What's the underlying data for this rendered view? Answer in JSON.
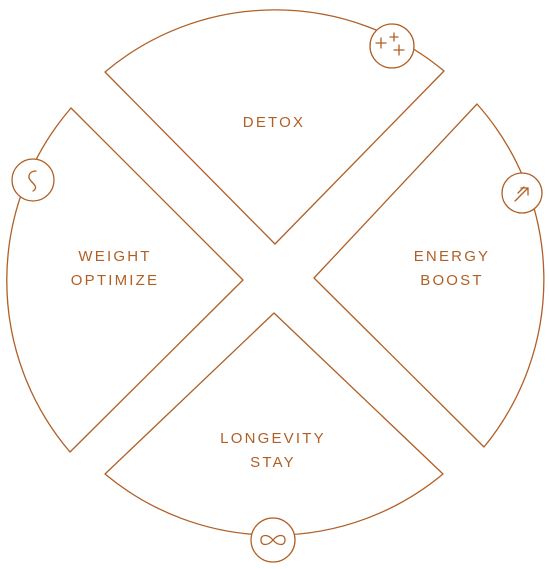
{
  "accent_color": "#b05f26",
  "segments": [
    {
      "id": "detox",
      "lines": [
        "DETOX"
      ],
      "icon": "sparkles-icon"
    },
    {
      "id": "energy",
      "lines": [
        "ENERGY",
        "BOOST"
      ],
      "icon": "arrow-up-right-icon"
    },
    {
      "id": "longevity",
      "lines": [
        "LONGEVITY",
        "STAY"
      ],
      "icon": "infinity-icon"
    },
    {
      "id": "weight",
      "lines": [
        "WEIGHT",
        "OPTIMIZE"
      ],
      "icon": "swirl-icon"
    }
  ]
}
